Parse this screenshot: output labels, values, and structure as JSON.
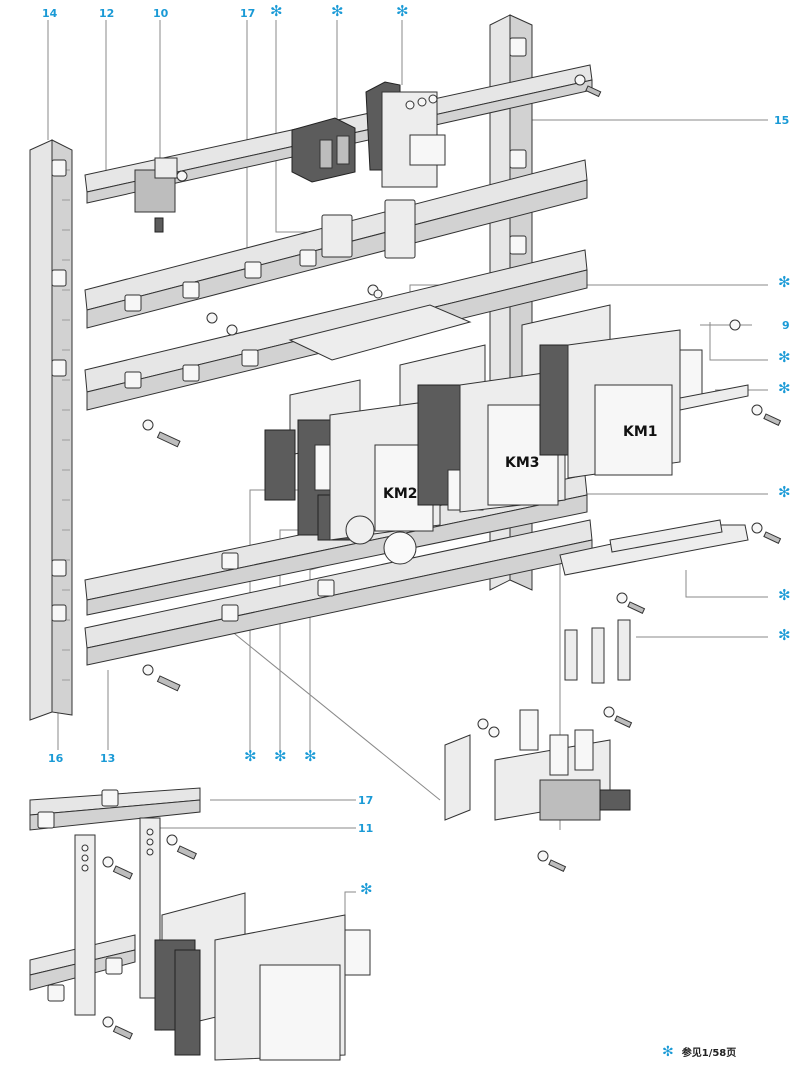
{
  "diagram": {
    "title": "Contactor mounting exploded view",
    "accent_color": "#1a9ad6",
    "callouts_top": [
      {
        "id": "14",
        "label": "14"
      },
      {
        "id": "12",
        "label": "12"
      },
      {
        "id": "10",
        "label": "10"
      },
      {
        "id": "17",
        "label": "17"
      },
      {
        "id": "star-1",
        "label": "✻"
      },
      {
        "id": "star-2",
        "label": "✻"
      },
      {
        "id": "star-3",
        "label": "✻"
      }
    ],
    "callouts_right": [
      {
        "id": "15",
        "label": "15"
      },
      {
        "id": "star-r1",
        "label": "✻"
      },
      {
        "id": "9",
        "label": "9"
      },
      {
        "id": "star-r2",
        "label": "✻"
      },
      {
        "id": "star-r3",
        "label": "✻"
      },
      {
        "id": "star-r4",
        "label": "✻"
      },
      {
        "id": "star-r5",
        "label": "✻"
      },
      {
        "id": "star-r6",
        "label": "✻"
      }
    ],
    "callouts_bottom": [
      {
        "id": "16",
        "label": "16"
      },
      {
        "id": "13",
        "label": "13"
      },
      {
        "id": "star-b1",
        "label": "✻"
      },
      {
        "id": "star-b2",
        "label": "✻"
      },
      {
        "id": "star-b3",
        "label": "✻"
      }
    ],
    "callouts_inset": [
      {
        "id": "17b",
        "label": "17"
      },
      {
        "id": "11",
        "label": "11"
      },
      {
        "id": "star-i1",
        "label": "✻"
      }
    ],
    "contactors": [
      {
        "id": "KM1",
        "label": "KM1"
      },
      {
        "id": "KM2",
        "label": "KM2"
      },
      {
        "id": "KM3",
        "label": "KM3"
      }
    ],
    "footnote": {
      "symbol": "✻",
      "text": "参见1/58页"
    }
  }
}
